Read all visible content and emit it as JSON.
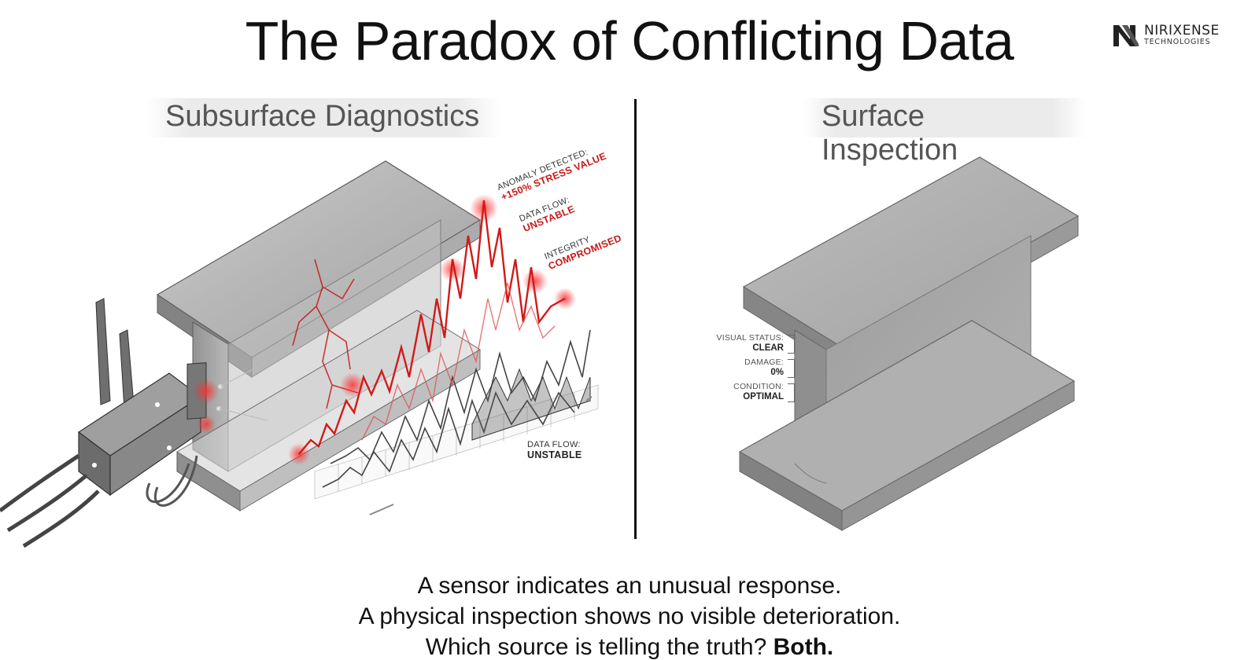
{
  "title": "The Paradox of Conflicting Data",
  "logo": {
    "brand": "NIRIXENSE",
    "sub": "TECHNOLOGIES"
  },
  "left_panel": {
    "heading": "Subsurface Diagnostics",
    "annotations": [
      {
        "label": "ANOMALY DETECTED:",
        "value": "+150% STRESS VALUE"
      },
      {
        "label": "DATA FLOW:",
        "value": "UNSTABLE"
      },
      {
        "label": "INTEGRITY",
        "value": "COMPROMISED"
      },
      {
        "label": "DATA FLOW:",
        "value": "UNSTABLE"
      }
    ]
  },
  "right_panel": {
    "heading": "Surface Inspection",
    "status": [
      {
        "label": "VISUAL STATUS:",
        "value": "CLEAR"
      },
      {
        "label": "DAMAGE:",
        "value": "0%"
      },
      {
        "label": "CONDITION:",
        "value": "OPTIMAL"
      }
    ]
  },
  "caption": {
    "line1": "A sensor indicates an unusual response.",
    "line2": "A physical inspection shows no visible deterioration.",
    "line3": "Which source is telling the truth?",
    "line3_bold": "Both."
  },
  "colors": {
    "alert": "#d11a1a",
    "steel": "#8c8c8c",
    "text": "#111111"
  }
}
